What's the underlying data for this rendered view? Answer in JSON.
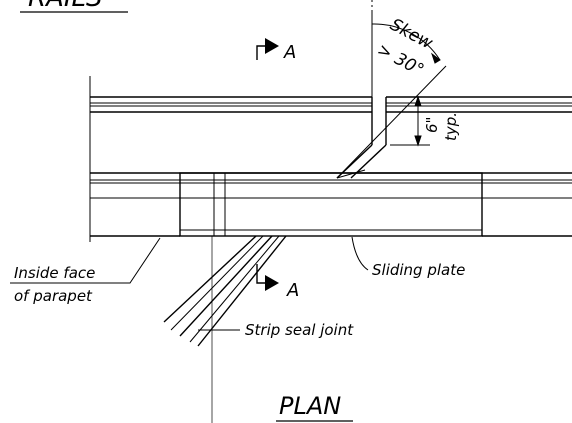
{
  "labels": {
    "title_partial": "RAILS",
    "section_a_top": "A",
    "section_a_bottom": "A",
    "skew": "Skew",
    "skew_angle": "> 30°",
    "dim_6in": "6\"",
    "dim_typ": "typ.",
    "inside_face_line1": "Inside face",
    "inside_face_line2": "of parapet",
    "sliding_plate": "Sliding plate",
    "strip_seal_joint": "Strip seal joint",
    "view_title": "PLAN"
  }
}
